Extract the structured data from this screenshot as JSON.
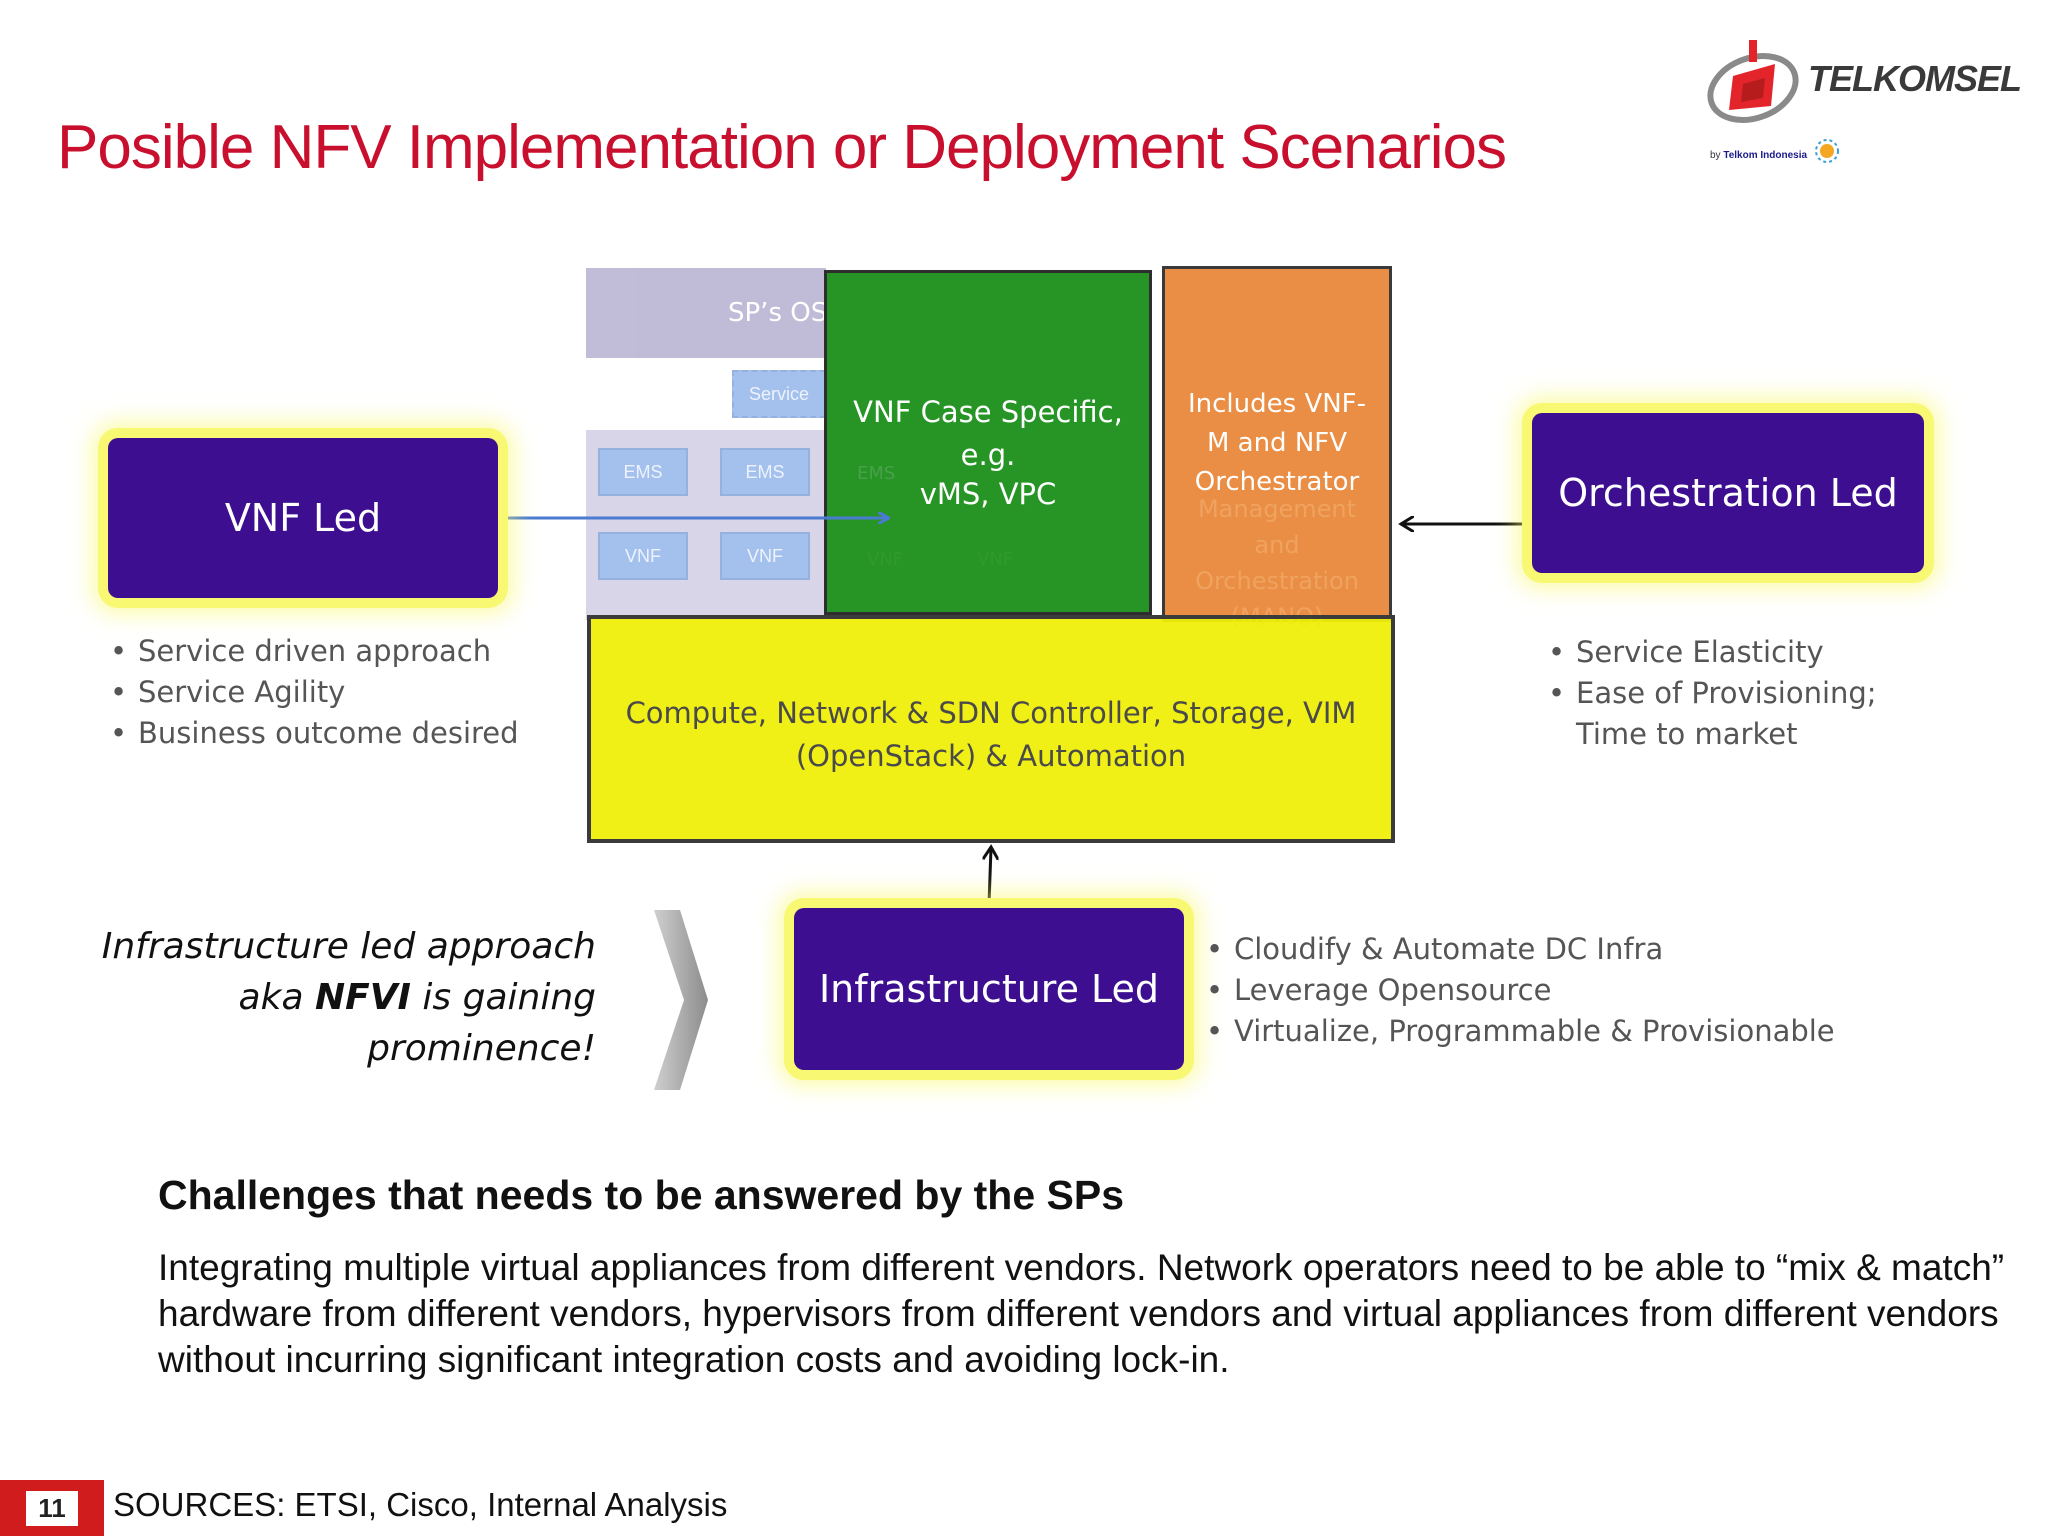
{
  "title": "Posible NFV  Implementation or Deployment  Scenarios",
  "logo": {
    "brand": "TELKOMSEL",
    "sub_prefix": "by",
    "sub_company": "Telkom Indonesia",
    "colors": {
      "red": "#e3242b",
      "gray": "#3a3a3a"
    }
  },
  "background_diagram": {
    "oss_label": "SP’s OSS/BSS",
    "service_label": "Service",
    "ems_labels": [
      "EMS",
      "EMS",
      "EMS"
    ],
    "vnf_labels": [
      "VNF",
      "VNF",
      "VNF",
      "VNF"
    ],
    "mano_fragments": [
      "Management",
      "and",
      "Orchestration",
      "(MANO)"
    ]
  },
  "boxes": {
    "vnf_case": [
      "VNF Case Specific,",
      "e.g.",
      "vMS, VPC"
    ],
    "orchestrator": [
      "Includes VNF-",
      "M and NFV",
      "Orchestrator"
    ],
    "infra": [
      "Compute,  Network & SDN Controller, Storage, VIM",
      "(OpenStack) & Automation"
    ]
  },
  "leds": {
    "vnf": "VNF Led",
    "orchestration": "Orchestration Led",
    "infrastructure": "Infrastructure Led"
  },
  "bullets": {
    "vnf": [
      "Service driven approach",
      "Service Agility",
      "Business outcome desired"
    ],
    "orchestration": [
      "Service Elasticity",
      "Ease of Provisioning;",
      "Time to market"
    ],
    "infrastructure": [
      "Cloudify  & Automate DC Infra",
      "Leverage Opensource",
      "Virtualize, Programmable & Provisionable"
    ]
  },
  "note": {
    "line1": "Infrastructure led approach",
    "line2_prefix": "aka ",
    "line2_bold": "NFVI",
    "line2_suffix": " is gaining",
    "line3": "prominence!"
  },
  "challenges": {
    "heading": "Challenges that needs to be answered by the SPs",
    "body": "Integrating multiple virtual appliances from different vendors. Network operators need to be able to “mix &  match” hardware from different vendors, hypervisors from different vendors and virtual appliances from different vendors without incurring significant integration costs and avoiding lock-in."
  },
  "footer": {
    "page_number": "11",
    "sources": "SOURCES: ETSI,  Cisco, Internal Analysis"
  },
  "colors": {
    "title_red": "#c8102e",
    "led_purple": "#3d0e8f",
    "glow_yellow": "#f8f872",
    "green_box": "#148c14",
    "orange_box": "#e8883a",
    "yellow_box": "#efef0a"
  }
}
